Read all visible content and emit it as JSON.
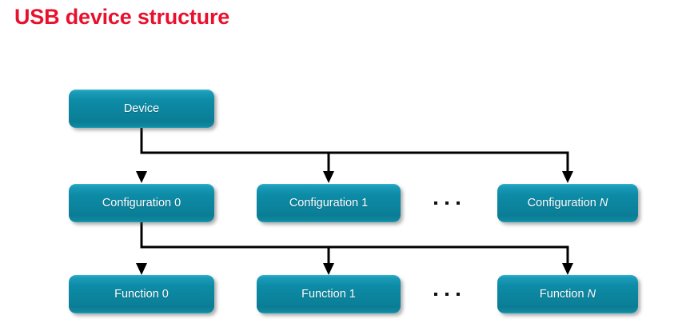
{
  "slide": {
    "title": "USB device structure",
    "title_color": "#e8112d",
    "background": "#ffffff",
    "node_color": "#0d8ba6",
    "connector_color": "#000000"
  },
  "nodes": {
    "device": {
      "label": "Device"
    },
    "configurations": [
      {
        "label": "Configuration 0",
        "name": "Configuration",
        "index": "0"
      },
      {
        "label": "Configuration 1",
        "name": "Configuration",
        "index": "1"
      },
      {
        "label": "Configuration N",
        "name": "Configuration",
        "index": "N",
        "index_italic": true
      }
    ],
    "functions": [
      {
        "label": "Function 0",
        "name": "Function",
        "index": "0"
      },
      {
        "label": "Function 1",
        "name": "Function",
        "index": "1"
      },
      {
        "label": "Function N",
        "name": "Function",
        "index": "N",
        "index_italic": true
      }
    ]
  },
  "ellipses": {
    "configuration_row": "...",
    "function_row": "..."
  }
}
